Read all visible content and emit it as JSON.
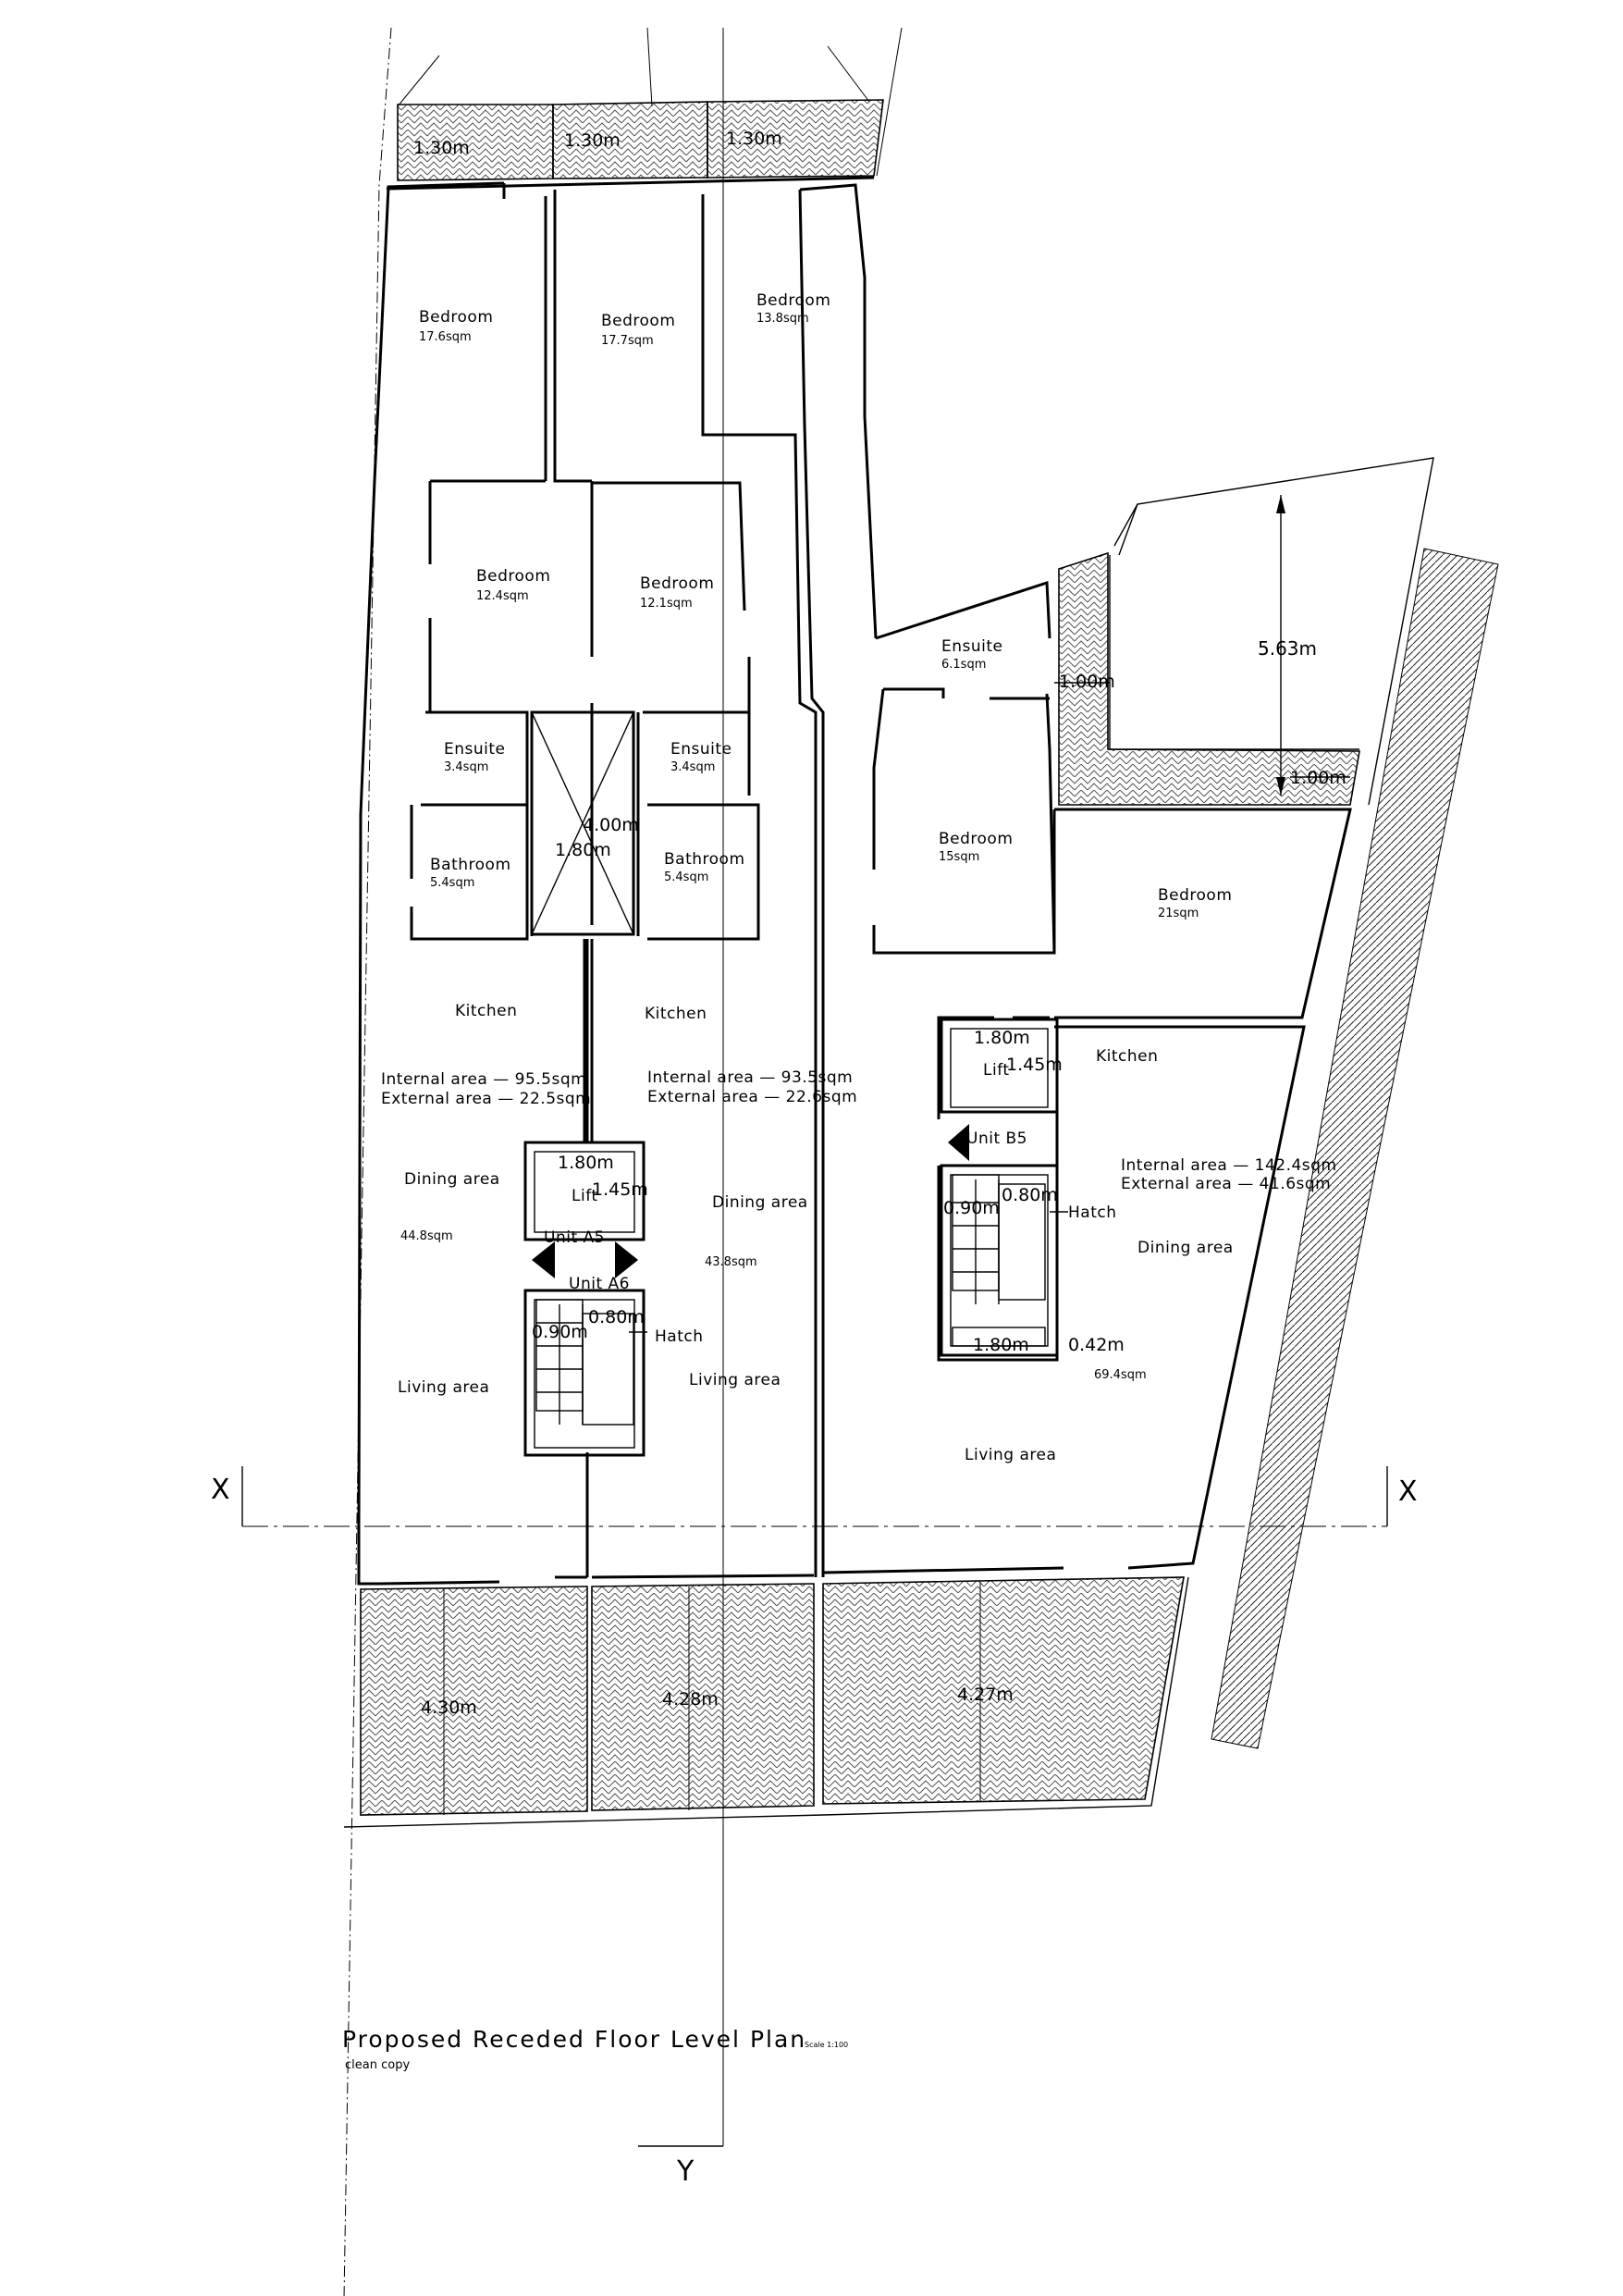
{
  "drawing": {
    "title": "Proposed Receded Floor Level Plan",
    "scale": "Scale 1:100",
    "subtitle": "clean copy"
  },
  "section_markers": {
    "x_left": "X",
    "x_right": "X",
    "y": "Y"
  },
  "balcony_dims": {
    "a": "1.30m",
    "b": "1.30m",
    "c": "1.30m"
  },
  "terrace_dims": {
    "a": "4.30m",
    "b": "4.28m",
    "c": "4.27m"
  },
  "rooms": {
    "bed_a1": {
      "name": "Bedroom",
      "area": "17.6sqm"
    },
    "bed_a2": {
      "name": "Bedroom",
      "area": "17.7sqm"
    },
    "bed_a3": {
      "name": "Bedroom",
      "area": "13.8sqm"
    },
    "bed_a4": {
      "name": "Bedroom",
      "area": "12.4sqm"
    },
    "bed_a5": {
      "name": "Bedroom",
      "area": "12.1sqm"
    },
    "ens_a5": {
      "name": "Ensuite",
      "area": "3.4sqm"
    },
    "ens_a6": {
      "name": "Ensuite",
      "area": "3.4sqm"
    },
    "bath_a5": {
      "name": "Bathroom",
      "area": "5.4sqm"
    },
    "bath_a6": {
      "name": "Bathroom",
      "area": "5.4sqm"
    },
    "ens_b5": {
      "name": "Ensuite",
      "area": "6.1sqm"
    },
    "bed_b5a": {
      "name": "Bedroom",
      "area": "15sqm"
    },
    "bed_b5b": {
      "name": "Bedroom",
      "area": "21sqm"
    }
  },
  "unit_a5": {
    "kitchen": "Kitchen",
    "internal": "Internal area  —  95.5sqm",
    "external": "External area  —  22.5sqm",
    "dining": "Dining area",
    "open_area": "44.8sqm",
    "living": "Living area",
    "label": "Unit  A5"
  },
  "unit_a6": {
    "kitchen": "Kitchen",
    "internal": "Internal area  —  93.5sqm",
    "external": "External area  —  22.6sqm",
    "dining": "Dining area",
    "open_area": "43.8sqm",
    "living": "Living area",
    "label": "Unit  A6"
  },
  "unit_b5": {
    "kitchen": "Kitchen",
    "internal": "Internal area  —  142.4sqm",
    "external": "External area  —  41.6sqm",
    "dining": "Dining area",
    "open_area": "69.4sqm",
    "living": "Living area",
    "label": "Unit  B5"
  },
  "core_a": {
    "shaft_w": "1.80m",
    "shaft_h": "4.00m",
    "lift": "Lift",
    "lift_w": "1.80m",
    "lift_d": "1.45m",
    "stair_w": "0.90m",
    "hatch_w": "0.80m",
    "hatch": "Hatch"
  },
  "core_b": {
    "lift": "Lift",
    "lift_w": "1.80m",
    "lift_d": "1.45m",
    "stair_w": "0.90m",
    "hatch_w": "0.80m",
    "hatch": "Hatch",
    "stair_len": "1.80m",
    "gap": "0.42m"
  },
  "yard": {
    "depth": "5.63m",
    "wall_a": "1.00m",
    "wall_b": "1.00m"
  }
}
